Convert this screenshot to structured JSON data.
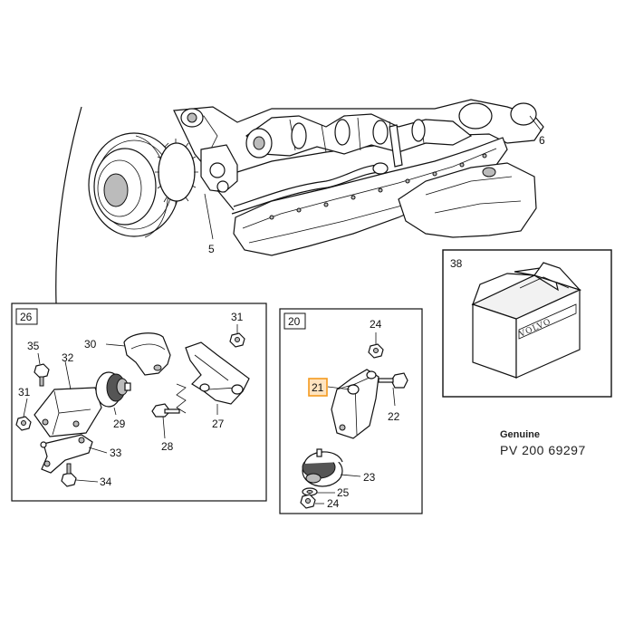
{
  "engine_labels": {
    "label_5": "5",
    "label_6": "6"
  },
  "panel_26": {
    "panel_number": "26",
    "labels": {
      "l30": "30",
      "l31_top": "31",
      "l35": "35",
      "l32": "32",
      "l31_left": "31",
      "l29": "29",
      "l27": "27",
      "l28": "28",
      "l33": "33",
      "l34": "34"
    }
  },
  "panel_20": {
    "panel_number": "20",
    "labels": {
      "l24_top": "24",
      "l21": "21",
      "l22": "22",
      "l23": "23",
      "l25": "25",
      "l24_bottom": "24"
    }
  },
  "panel_38": {
    "panel_number": "38",
    "box_brand": "VOLVO"
  },
  "footer": {
    "genuine": "Genuine",
    "part_number": "PV 200 69297"
  },
  "colors": {
    "highlight_fill": "#ffe3bf",
    "highlight_stroke": "#f39a1e",
    "line": "#111111"
  }
}
